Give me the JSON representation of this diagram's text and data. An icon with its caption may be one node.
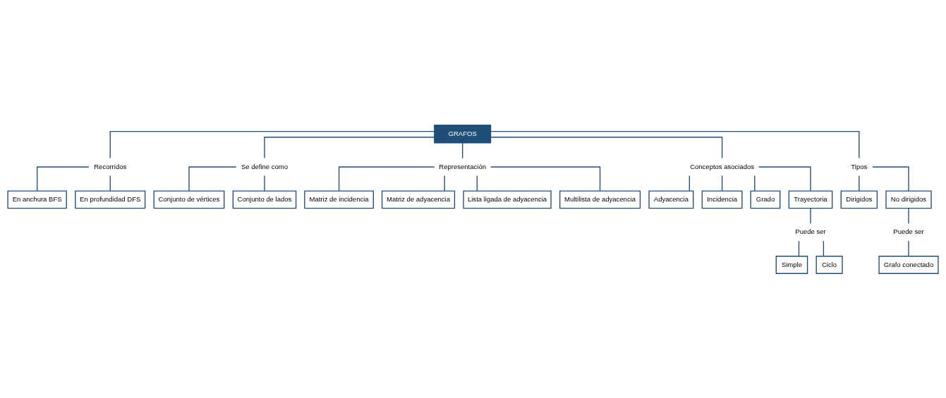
{
  "diagram": {
    "nodes": [
      {
        "text": [
          "GRAFOS"
        ]
      },
      {
        "text": [
          "Recorridos"
        ]
      },
      {
        "text": [
          "En anchura BFS"
        ]
      },
      {
        "text": [
          "En profundidad DFS"
        ]
      },
      {
        "text": [
          "Se define como"
        ]
      },
      {
        "text": [
          "Conjunto de vértices"
        ]
      },
      {
        "text": [
          "Conjunto de lados"
        ]
      },
      {
        "text": [
          "Representación"
        ]
      },
      {
        "text": [
          "Matriz de incidencia"
        ]
      },
      {
        "text": [
          "Matriz de adyacencia"
        ]
      },
      {
        "text": [
          "Lista ligada de adyacencia"
        ]
      },
      {
        "text": [
          "Multilista de adyacencia"
        ]
      },
      {
        "text": [
          "Conceptos asociados"
        ]
      },
      {
        "text": [
          "Adyacencia"
        ]
      },
      {
        "text": [
          "Incidencia"
        ]
      },
      {
        "text": [
          "Grado"
        ]
      },
      {
        "text": [
          "Trayectoria"
        ]
      },
      {
        "text": [
          "Puede ser"
        ]
      },
      {
        "text": [
          "Simple"
        ]
      },
      {
        "text": [
          "Ciclo"
        ]
      },
      {
        "text": [
          "Tipos"
        ]
      },
      {
        "text": [
          "Dirigidos"
        ]
      },
      {
        "text": [
          "No dirigidos"
        ]
      },
      {
        "text": [
          "Puede ser"
        ]
      },
      {
        "text": [
          "Grafo conectado"
        ]
      }
    ],
    "edges": [
      {
        "from": 0,
        "to": 1,
        "arrow": "none"
      },
      {
        "from": 1,
        "to": 2,
        "arrow": "none"
      },
      {
        "from": 1,
        "to": 3,
        "arrow": "none"
      },
      {
        "from": 0,
        "to": 4,
        "arrow": "none"
      },
      {
        "from": 4,
        "to": 5,
        "arrow": "none"
      },
      {
        "from": 4,
        "to": 6,
        "arrow": "none"
      },
      {
        "from": 0,
        "to": 7,
        "arrow": "none"
      },
      {
        "from": 7,
        "to": 8,
        "arrow": "none"
      },
      {
        "from": 7,
        "to": 9,
        "arrow": "none"
      },
      {
        "from": 7,
        "to": 10,
        "arrow": "none"
      },
      {
        "from": 7,
        "to": 11,
        "arrow": "none"
      },
      {
        "from": 0,
        "to": 12,
        "arrow": "none"
      },
      {
        "from": 12,
        "to": 13,
        "arrow": "none"
      },
      {
        "from": 12,
        "to": 14,
        "arrow": "none"
      },
      {
        "from": 12,
        "to": 15,
        "arrow": "none"
      },
      {
        "from": 12,
        "to": 16,
        "arrow": "none"
      },
      {
        "from": 16,
        "to": 17,
        "arrow": "none"
      },
      {
        "from": 17,
        "to": 18,
        "arrow": "none"
      },
      {
        "from": 17,
        "to": 19,
        "arrow": "none"
      },
      {
        "from": 0,
        "to": 20,
        "arrow": "none"
      },
      {
        "from": 20,
        "to": 21,
        "arrow": "none"
      },
      {
        "from": 20,
        "to": 22,
        "arrow": "none"
      },
      {
        "from": 22,
        "to": 23,
        "arrow": "none"
      },
      {
        "from": 23,
        "to": 24,
        "arrow": "none"
      }
    ]
  }
}
